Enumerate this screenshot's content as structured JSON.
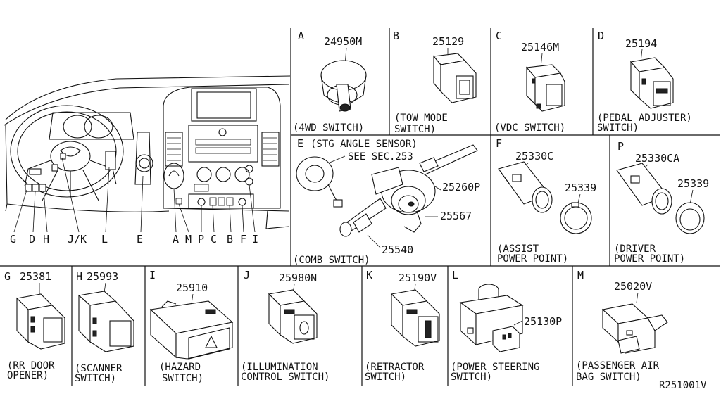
{
  "panels": [
    {
      "id": "A",
      "letter": "A",
      "part": "24950M",
      "caption": [
        "(4WD SWITCH)"
      ]
    },
    {
      "id": "B",
      "letter": "B",
      "part": "25129",
      "caption": [
        "(TOW MODE",
        "SWITCH)"
      ]
    },
    {
      "id": "C",
      "letter": "C",
      "part": "25146M",
      "caption": [
        "(VDC SWITCH)"
      ]
    },
    {
      "id": "D",
      "letter": "D",
      "part": "25194",
      "caption": [
        "(PEDAL ADJUSTER)",
        "SWITCH)"
      ]
    },
    {
      "id": "E",
      "letter": "E",
      "title": "(STG ANGLE SENSOR)",
      "see": "SEE SEC.253",
      "parts": [
        "25260P",
        "25567",
        "25540"
      ],
      "caption": [
        "(COMB SWITCH)"
      ]
    },
    {
      "id": "F",
      "letter": "F",
      "parts": [
        "25330C",
        "25339"
      ],
      "caption": [
        "(ASSIST",
        "POWER POINT)"
      ]
    },
    {
      "id": "P",
      "letter": "P",
      "parts": [
        "25330CA",
        "25339"
      ],
      "caption": [
        "(DRIVER",
        "POWER POINT)"
      ]
    },
    {
      "id": "G",
      "letter": "G",
      "part": "25381",
      "caption": [
        "(RR DOOR",
        "OPENER)"
      ]
    },
    {
      "id": "H",
      "letter": "H",
      "part": "25993",
      "caption": [
        "(SCANNER",
        "SWITCH)"
      ]
    },
    {
      "id": "I",
      "letter": "I",
      "part": "25910",
      "caption": [
        "(HAZARD",
        "SWITCH)"
      ]
    },
    {
      "id": "J",
      "letter": "J",
      "part": "25980N",
      "caption": [
        "(ILLUMINATION",
        "CONTROL SWITCH)"
      ]
    },
    {
      "id": "K",
      "letter": "K",
      "part": "25190V",
      "caption": [
        "(RETRACTOR",
        "SWITCH)"
      ]
    },
    {
      "id": "L",
      "letter": "L",
      "part": "25130P",
      "caption": [
        "(POWER STEERING",
        "SWITCH)"
      ]
    },
    {
      "id": "M",
      "letter": "M",
      "part": "25020V",
      "caption": [
        "(PASSENGER AIR",
        "BAG SWITCH)"
      ]
    }
  ],
  "dash_callouts": [
    "G",
    "D",
    "H",
    "J/K",
    "L",
    "E",
    "A",
    "M",
    "P",
    "C",
    "B",
    "F",
    "I"
  ],
  "diagram_id": "R251001V"
}
